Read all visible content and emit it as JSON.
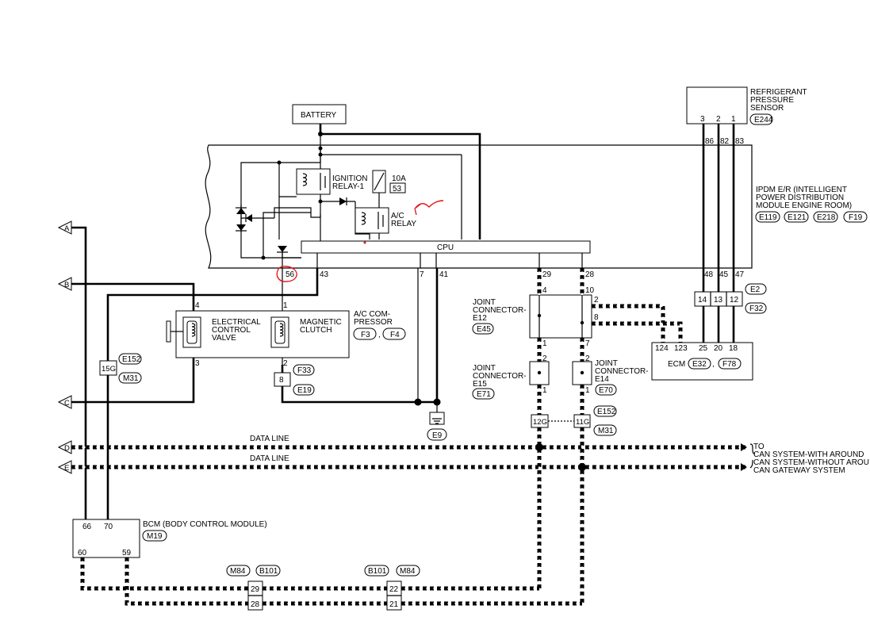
{
  "battery": "BATTERY",
  "ipdm": {
    "title_lines": [
      "IPDM E/R (INTELLIGENT",
      "POWER DISTRIBUTION",
      "MODULE ENGINE ROOM)"
    ],
    "connectors": [
      "E119",
      "E121",
      "E218",
      "F19"
    ],
    "ignition_relay": [
      "IGNITION",
      "RELAY-1"
    ],
    "fuse_rating": "10A",
    "fuse_no": "53",
    "ac_relay": [
      "A/C",
      "RELAY"
    ],
    "cpu": "CPU",
    "pins": {
      "p56": "56",
      "p43": "43",
      "p7": "7",
      "p41": "41",
      "p29": "29",
      "p28": "28",
      "p48": "48",
      "p45": "45",
      "p47": "47",
      "p86": "86",
      "p82": "82",
      "p83": "83"
    }
  },
  "refrigerant_sensor": {
    "title_lines": [
      "REFRIGERANT",
      "PRESSURE",
      "SENSOR"
    ],
    "connector": "E244",
    "pins": [
      "3",
      "2",
      "1"
    ]
  },
  "ac_compressor": {
    "title_lines": [
      "A/C COM-",
      "PRESSOR"
    ],
    "connectors": [
      "F3",
      "F4"
    ],
    "ecv_lines": [
      "ELECTRICAL",
      "CONTROL",
      "VALVE"
    ],
    "clutch_lines": [
      "MAGNETIC",
      "CLUTCH"
    ],
    "pins": {
      "ecv_top": "4",
      "ecv_bottom": "3",
      "clutch_top": "1",
      "clutch_bottom": "2"
    }
  },
  "inline_f33": {
    "pin": "8",
    "connectors": [
      "F33",
      "E19"
    ]
  },
  "inline_e152_left": {
    "pin": "15G",
    "connectors": [
      "E152",
      "M31"
    ]
  },
  "ground": "E9",
  "joint_e12": {
    "title_lines": [
      "JOINT",
      "CONNECTOR-",
      "E12"
    ],
    "connector": "E45",
    "pins": {
      "p4": "4",
      "p10": "10",
      "p2": "2",
      "p8": "8",
      "p1": "1",
      "p7": "7"
    }
  },
  "joint_e15": {
    "title_lines": [
      "JOINT",
      "CONNECTOR-",
      "E15"
    ],
    "connector": "E71",
    "pins": [
      "2",
      "1"
    ]
  },
  "joint_e14": {
    "title_lines": [
      "JOINT",
      "CONNECTOR-",
      "E14"
    ],
    "connector": "E70",
    "pins": [
      "2",
      "1"
    ]
  },
  "inline_e152_right": {
    "pins": [
      "12G",
      "11G"
    ],
    "connectors": [
      "E152",
      "M31"
    ]
  },
  "e2_block": {
    "pins": [
      "14",
      "13",
      "12"
    ],
    "connectors": [
      "E2",
      "F32"
    ]
  },
  "ecm": {
    "label": "ECM",
    "connectors": [
      "E32",
      "F78"
    ],
    "pins": [
      "124",
      "123",
      "25",
      "20",
      "18"
    ]
  },
  "data_line": "DATA LINE",
  "to_lines": [
    "TO",
    "CAN SYSTEM-WITH AROUND",
    "CAN SYSTEM-WITHOUT AROU",
    "CAN GATEWAY SYSTEM"
  ],
  "bcm": {
    "title": "BCM (BODY CONTROL MODULE)",
    "connector": "M19",
    "pins": [
      "66",
      "70",
      "60",
      "59"
    ]
  },
  "m84_left": {
    "pins": [
      "29",
      "28"
    ],
    "connectors": [
      "M84",
      "B101"
    ]
  },
  "b101_right": {
    "pins": [
      "22",
      "21"
    ],
    "connectors": [
      "B101",
      "M84"
    ]
  },
  "offpage": [
    "A",
    "B",
    "C",
    "D",
    "E"
  ]
}
